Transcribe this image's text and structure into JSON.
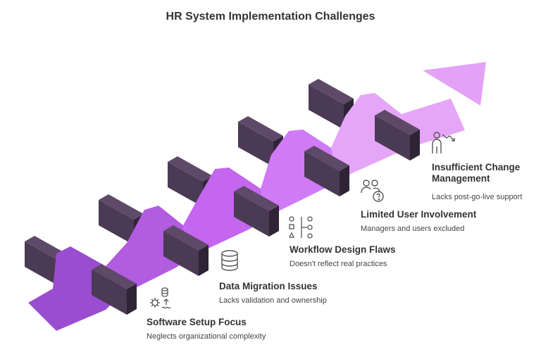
{
  "title": "HR System Implementation Challenges",
  "steps": [
    {
      "title": "Software Setup Focus",
      "description": "Neglects organizational complexity",
      "icon": "gear-database-icon",
      "color": "#9b4dd0"
    },
    {
      "title": "Data Migration Issues",
      "description": "Lacks validation and ownership",
      "icon": "database-icon",
      "color": "#b25ce0"
    },
    {
      "title": "Workflow Design Flaws",
      "description": "Doesn't reflect real practices",
      "icon": "workflow-icon",
      "color": "#c466ee"
    },
    {
      "title": "Limited User Involvement",
      "description": "Managers and users excluded",
      "icon": "users-question-icon",
      "color": "#d07af5"
    },
    {
      "title": "Insufficient Change Management",
      "description": "Lacks post-go-live support",
      "icon": "person-decline-icon",
      "color": "#e6a6f8"
    }
  ],
  "colors": {
    "block": "#4b3a54",
    "block_side": "#2f2436",
    "arrow_head": "#e3a2f5"
  }
}
